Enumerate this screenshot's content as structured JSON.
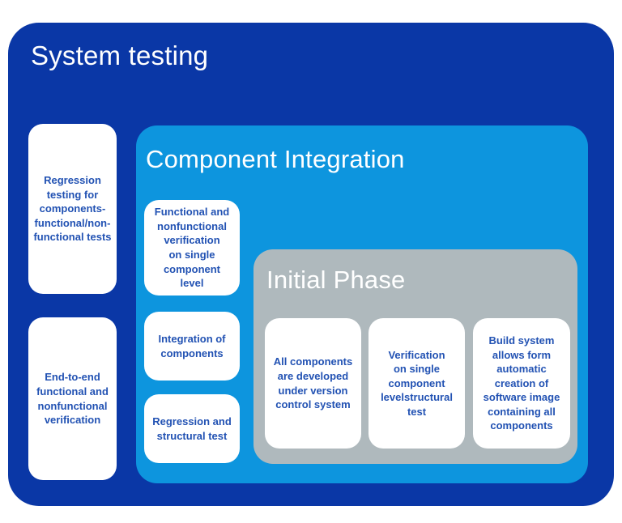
{
  "colors": {
    "outer_blue": "#0A37A6",
    "inner_blue": "#0D95DE",
    "gray": "#AFB9BD",
    "card_text_blue": "#2252B3",
    "title_text": "#FFFFFF"
  },
  "diagram": {
    "title": "System testing",
    "left_boxes": [
      {
        "text": "Regression\ntesting for\ncomponents-\nfunctional/non-\nfunctional tests"
      },
      {
        "text": "End-to-end\nfunctional and\nnonfunctional\nverification"
      }
    ],
    "component_integration": {
      "title": "Component Integration",
      "boxes": [
        {
          "text": "Functional and\nnonfunctional\nverification\non single\ncomponent\nlevel"
        },
        {
          "text": "Integration of\ncomponents"
        },
        {
          "text": "Regression and\nstructural test"
        }
      ],
      "initial_phase": {
        "title": "Initial Phase",
        "boxes": [
          {
            "text": "All components\nare developed\nunder version\ncontrol system"
          },
          {
            "text": "Verification\non single\ncomponent\nlevelstructural\ntest"
          },
          {
            "text": "Build system\nallows form\nautomatic\ncreation of\nsoftware image\ncontaining all\ncomponents"
          }
        ]
      }
    }
  }
}
